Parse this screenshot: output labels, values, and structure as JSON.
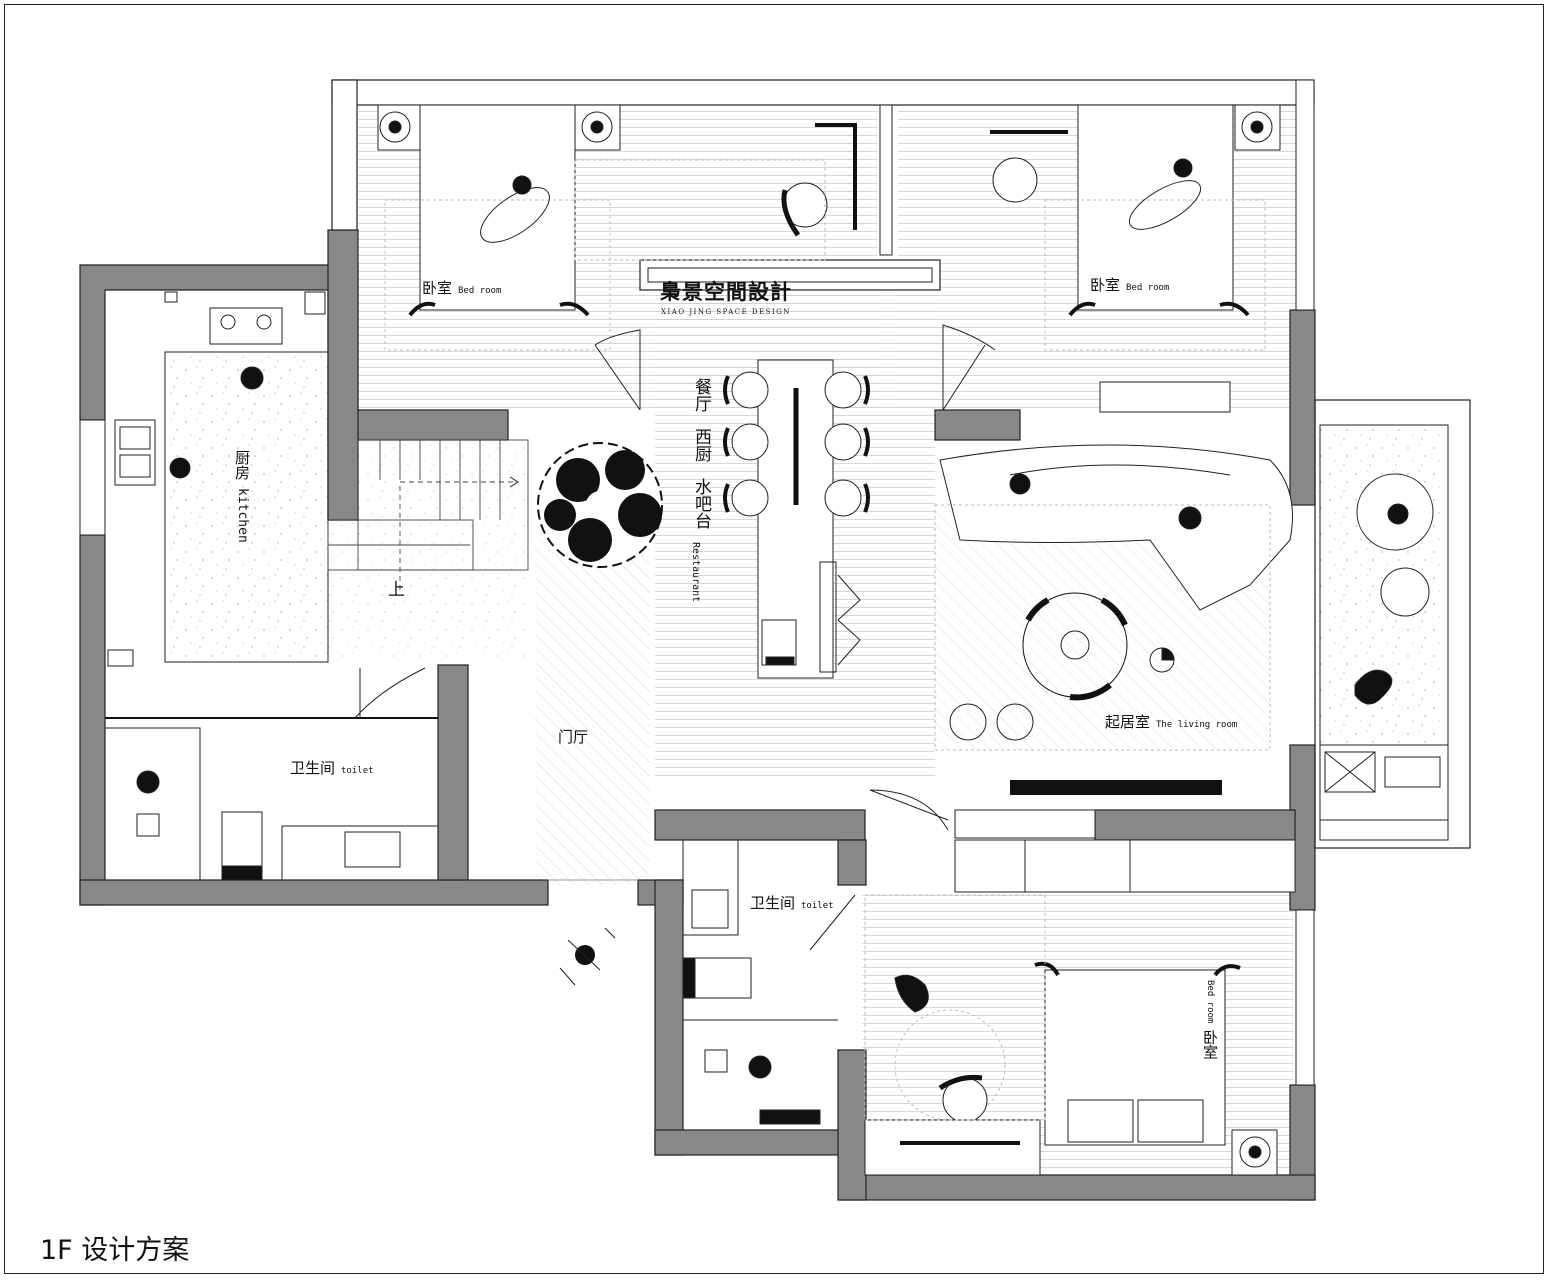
{
  "brand": {
    "title": "梟景空間設計",
    "subtitle": "XIAO JING SPACE DESIGN"
  },
  "caption": "1F  设计方案",
  "rooms": {
    "bedroom_nw": {
      "cn": "卧室",
      "en": "Bed room"
    },
    "bedroom_ne": {
      "cn": "卧室",
      "en": "Bed room"
    },
    "bedroom_se": {
      "cn": "卧室",
      "en": "Bed room"
    },
    "kitchen": {
      "cn": "厨房",
      "en": "kitchen"
    },
    "dining": {
      "cn1": "餐厅",
      "cn2": "西厨",
      "cn3": "水吧台",
      "en": "Restaurant"
    },
    "living": {
      "cn": "起居室",
      "en": "The living room"
    },
    "toilet_w": {
      "cn": "卫生间",
      "en": "toilet"
    },
    "toilet_s": {
      "cn": "卫生间",
      "en": "toilet"
    },
    "foyer": {
      "cn": "门厅"
    },
    "stairs": {
      "cn": "上"
    }
  }
}
